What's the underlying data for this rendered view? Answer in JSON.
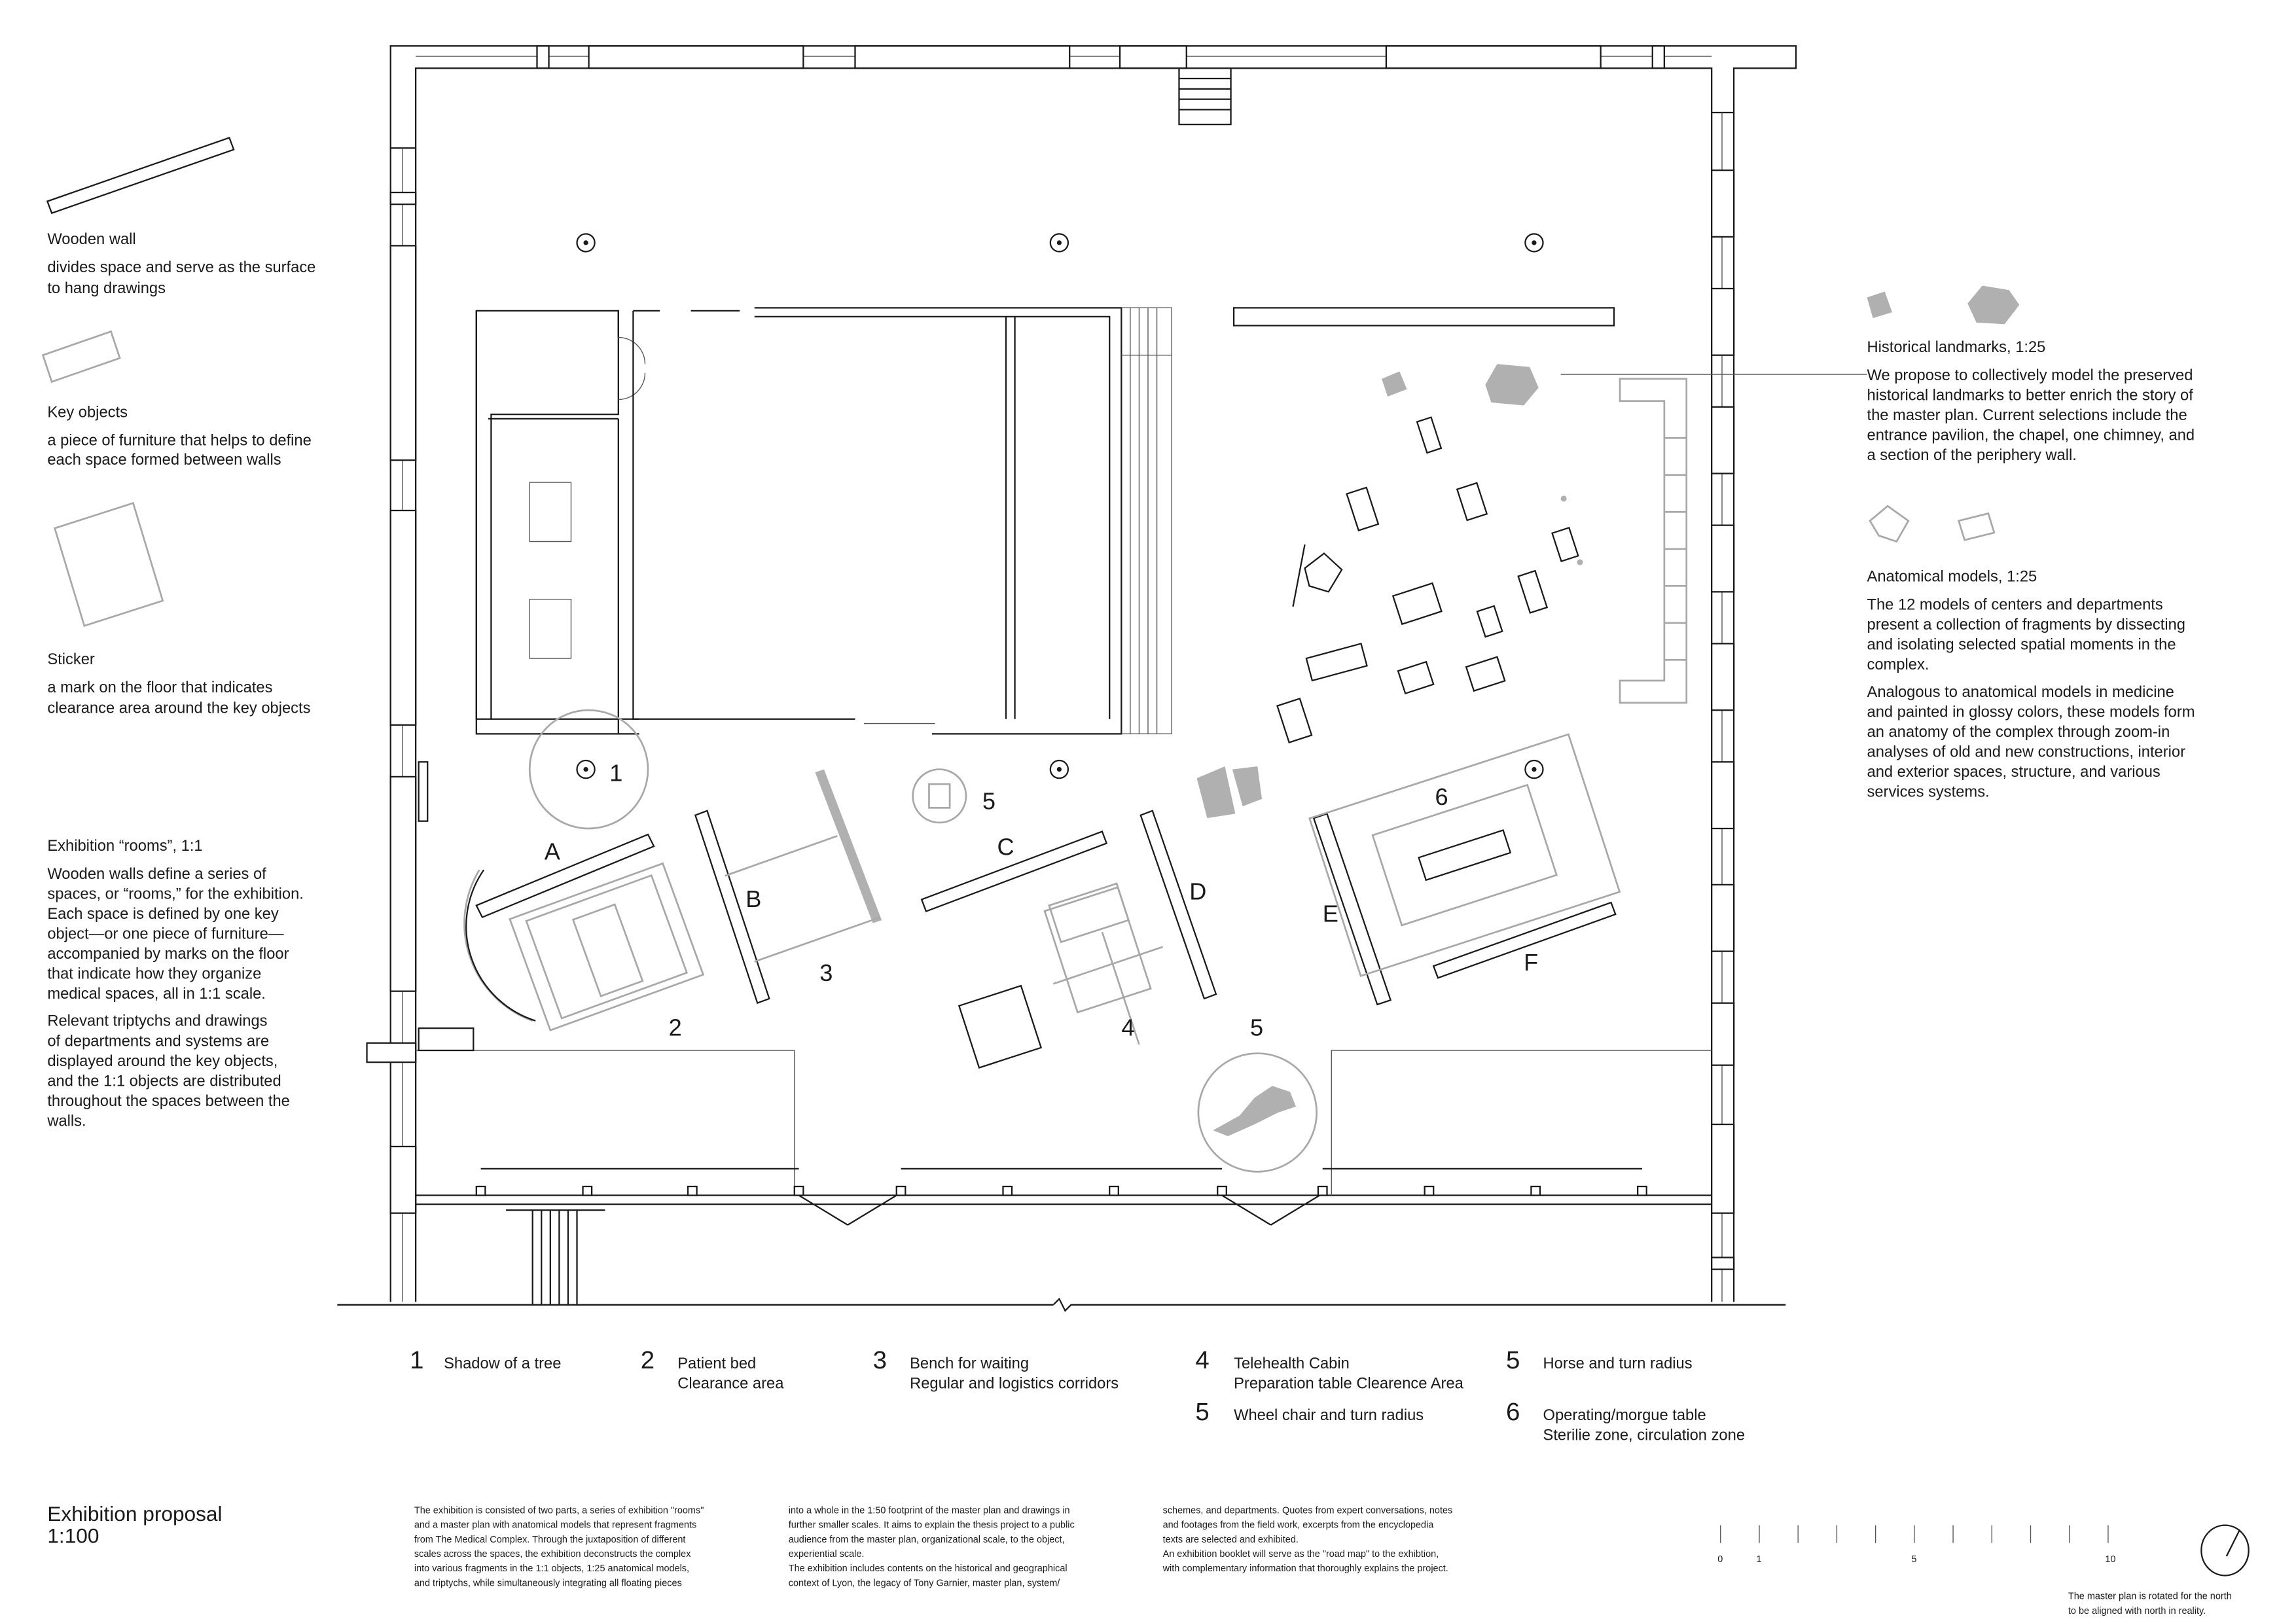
{
  "left_legend": {
    "wooden_wall": {
      "title": "Wooden wall",
      "lines": [
        "divides space and serve as the surface",
        "to hang drawings"
      ]
    },
    "key_objects": {
      "title": "Key objects",
      "lines": [
        "a piece of furniture that helps to define",
        "each space formed between walls"
      ]
    },
    "sticker": {
      "title": "Sticker",
      "lines": [
        "a mark on the floor that indicates",
        "clearance area around the key objects"
      ]
    },
    "rooms": {
      "title": "Exhibition “rooms”, 1:1",
      "lines": [
        "Wooden walls define a series of",
        "spaces, or “rooms,” for the exhibition.",
        "Each space is defined by one key",
        "object—or one piece of furniture—",
        "accompanied by marks on the floor",
        "that indicate how they organize",
        "medical spaces, all in 1:1 scale.",
        "Relevant triptychs and drawings",
        "of departments and systems are",
        "displayed around the key objects,",
        "and the 1:1 objects are distributed",
        "throughout the spaces between the",
        "walls."
      ]
    }
  },
  "right_legend": {
    "landmarks": {
      "title": "Historical landmarks, 1:25",
      "lines": [
        "We propose to collectively model the preserved",
        "historical landmarks to better enrich the story of",
        "the master plan. Current selections include the",
        "entrance pavilion, the chapel, one chimney, and",
        "a section of the periphery wall."
      ]
    },
    "models": {
      "title": "Anatomical models, 1:25",
      "lines": [
        "The 12 models of centers and departments",
        "present a collection of fragments by dissecting",
        "and isolating selected spatial moments in the",
        "complex.",
        "Analogous to anatomical models in medicine",
        "and painted in glossy colors, these models form",
        "an anatomy of the complex through zoom-in",
        "analyses of old and new constructions, interior",
        "and exterior spaces, structure, and various",
        "services systems."
      ]
    }
  },
  "plan_labels": {
    "walls": [
      "A",
      "B",
      "C",
      "D",
      "E",
      "F"
    ],
    "spaces": [
      "1",
      "2",
      "3",
      "4",
      "5",
      "5",
      "6"
    ]
  },
  "key": [
    {
      "num": "1",
      "lines": [
        "Shadow of a tree"
      ]
    },
    {
      "num": "2",
      "lines": [
        "Patient bed",
        "Clearance area"
      ]
    },
    {
      "num": "3",
      "lines": [
        "Bench for waiting",
        "Regular and logistics corridors"
      ]
    },
    {
      "num": "4",
      "lines": [
        "Telehealth Cabin",
        "Preparation table Clearence Area"
      ]
    },
    {
      "num": "5",
      "lines": [
        "Horse and turn radius"
      ]
    },
    {
      "num": "5",
      "lines": [
        "Wheel chair and turn radius"
      ]
    },
    {
      "num": "6",
      "lines": [
        "Operating/morgue table",
        "Sterilie zone, circulation zone"
      ]
    }
  ],
  "title": {
    "name": "Exhibition proposal",
    "scale": "1:100"
  },
  "description": {
    "col1": [
      "The exhibition is consisted of two parts, a series of exhibition \"rooms\"",
      "and a master plan with anatomical models that represent fragments",
      "from The Medical Complex. Through the juxtaposition of different",
      "scales across the spaces, the exhibition deconstructs the complex",
      "into various fragments in the 1:1 objects, 1:25 anatomical models,",
      "and triptychs, while simultaneously integrating all floating pieces"
    ],
    "col2": [
      "into a whole in the 1:50 footprint of the master plan and drawings in",
      "further smaller scales. It aims to explain the thesis project to a public",
      "audience from the master plan, organizational scale, to the object,",
      "experiential scale.",
      "The exhibition includes contents on the historical and geographical",
      "context of Lyon, the legacy of Tony Garnier, master plan, system/"
    ],
    "col3": [
      "schemes, and departments. Quotes from expert conversations, notes",
      "and footages from the field work, excerpts from the encyclopedia",
      "texts are selected and exhibited.",
      "An exhibition booklet will serve as the \"road map\" to the exhibtion,",
      "with complementary information that thoroughly explains the project."
    ]
  },
  "scale_bar": {
    "labels": [
      "0",
      "1",
      "5",
      "10"
    ],
    "unit_values": [
      0,
      1,
      5,
      10
    ],
    "max": 10
  },
  "north_note": [
    "The master plan is rotated for the north",
    "to be aligned with north in reality."
  ]
}
